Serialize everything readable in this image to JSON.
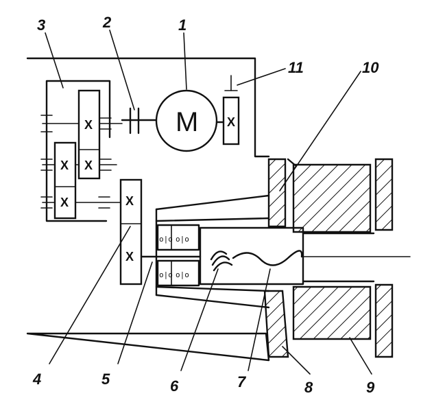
{
  "motor_letter": "M",
  "gear_mark": "X",
  "bearing_glyph": "o|o",
  "labels": {
    "l1": "1",
    "l2": "2",
    "l3": "3",
    "l4": "4",
    "l5": "5",
    "l6": "6",
    "l7": "7",
    "l8": "8",
    "l9": "9",
    "l10": "10",
    "l11": "11"
  },
  "colors": {
    "ink": "#111111",
    "paper": "#ffffff"
  }
}
